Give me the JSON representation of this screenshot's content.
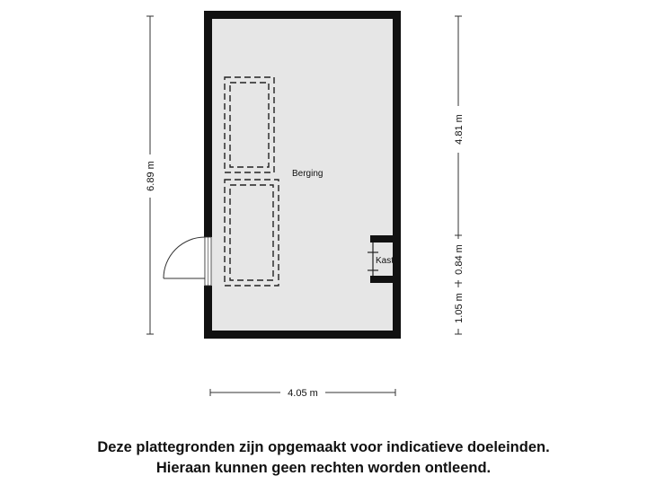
{
  "rooms": {
    "main_room_label": "Berging",
    "closet_label": "Kast"
  },
  "dimensions": {
    "left_height": "6.89 m",
    "right_upper": "4.81 m",
    "right_middle": "0.84 m",
    "right_lower": "1.05 m",
    "bottom_width": "4.05 m"
  },
  "disclaimer": {
    "line1": "Deze plattegronden zijn opgemaakt voor indicatieve doeleinden.",
    "line2": "Hieraan kunnen geen rechten worden ontleend."
  },
  "colors": {
    "wall": "#111111",
    "floor": "#e6e6e6",
    "dashed_outline": "#222222"
  }
}
